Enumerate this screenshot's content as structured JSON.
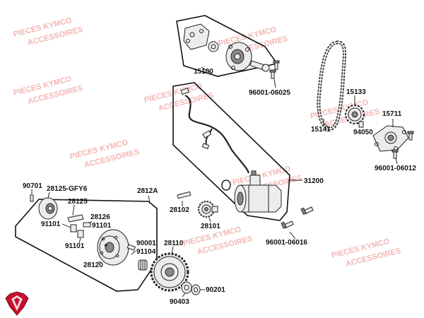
{
  "watermark": {
    "line1": "PIECES KYMCO",
    "line2": "ACCESSOIRES"
  },
  "labels": {
    "l15100": "15100",
    "l96001_06025": "96001-06025",
    "l15133": "15133",
    "l15711": "15711",
    "l15141": "15141",
    "l94050": "94050",
    "l96001_06012": "96001-06012",
    "l31200": "31200",
    "l90701": "90701",
    "l28125gfy6": "28125-GFY6",
    "l2812a": "2812A",
    "l28125": "28125",
    "l28126": "28126",
    "l91101a": "91101",
    "l91101b": "91101",
    "l91101c": "91101",
    "l28102": "28102",
    "l28101": "28101",
    "l96001_06016": "96001-06016",
    "l90001": "90001",
    "l91104": "91104",
    "l28110": "28110",
    "l28120": "28120",
    "l90201": "90201",
    "l90403": "90403"
  },
  "colors": {
    "watermark": "#f2b6b6",
    "logo_red": "#c8102e"
  },
  "logo_icon": "kymco-shield-icon"
}
